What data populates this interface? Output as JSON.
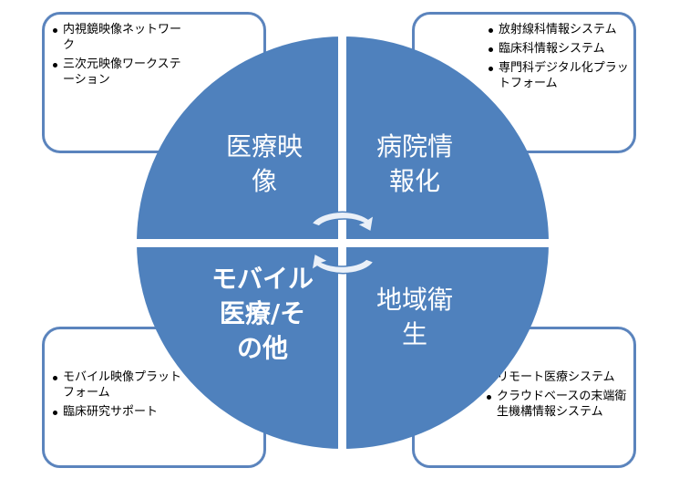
{
  "quadrants": {
    "top_left": {
      "title": "医療映像",
      "items": [
        "内視鏡映像ネットワーク",
        "三次元映像ワークステーション"
      ]
    },
    "top_right": {
      "title": "病院情報化",
      "items": [
        "放射線科情報システム",
        "臨床科情報システム",
        "専門科デジタル化プラットフォーム"
      ]
    },
    "bottom_left": {
      "title": "モバイル医療/その他",
      "items": [
        "モバイル映像プラットフォーム",
        "臨床研究サポート"
      ]
    },
    "bottom_right": {
      "title": "地域衛生",
      "items": [
        "リモート医療システム",
        "クラウドベースの末端衛生機構情報システム"
      ]
    }
  },
  "colors": {
    "circle": "#4f81bd",
    "border": "#5b84bd"
  }
}
